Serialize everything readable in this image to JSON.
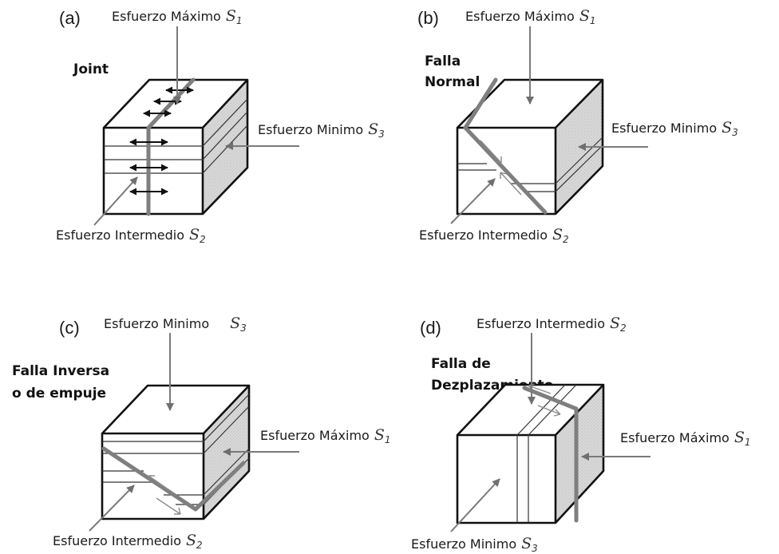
{
  "panels": {
    "a": {
      "tag": "(a)",
      "title_lines": [
        "Joint"
      ],
      "top": {
        "text": "Esfuerzo Máximo",
        "sym": "S",
        "sub": "1"
      },
      "right": {
        "text": "Esfuerzo Minimo",
        "sym": "S",
        "sub": "3"
      },
      "front": {
        "text": "Esfuerzo Intermedio",
        "sym": "S",
        "sub": "2"
      }
    },
    "b": {
      "tag": "(b)",
      "title_lines": [
        "Falla",
        "Normal"
      ],
      "top": {
        "text": "Esfuerzo Máximo",
        "sym": "S",
        "sub": "1"
      },
      "right": {
        "text": "Esfuerzo Minimo",
        "sym": "S",
        "sub": "3"
      },
      "front": {
        "text": "Esfuerzo Intermedio",
        "sym": "S",
        "sub": "2"
      }
    },
    "c": {
      "tag": "(c)",
      "title_lines": [
        "Falla Inversa",
        "o de empuje"
      ],
      "top": {
        "text": "Esfuerzo Minimo",
        "sym": "S",
        "sub": "3"
      },
      "right": {
        "text": "Esfuerzo Máximo",
        "sym": "S",
        "sub": "1"
      },
      "front": {
        "text": "Esfuerzo Intermedio",
        "sym": "S",
        "sub": "2"
      }
    },
    "d": {
      "tag": "(d)",
      "title_lines": [
        "Falla de",
        "Dezplazamiento"
      ],
      "top": {
        "text": "Esfuerzo Intermedio",
        "sym": "S",
        "sub": "2"
      },
      "right": {
        "text": "Esfuerzo Máximo",
        "sym": "S",
        "sub": "1"
      },
      "front": {
        "text": "Esfuerzo Minimo",
        "sym": "S",
        "sub": "3"
      }
    }
  },
  "colors": {
    "edge": "#111111",
    "side_fill": "#dcdcdc",
    "fault": "#7f7f7f",
    "pointer": "#7a7a7a"
  }
}
